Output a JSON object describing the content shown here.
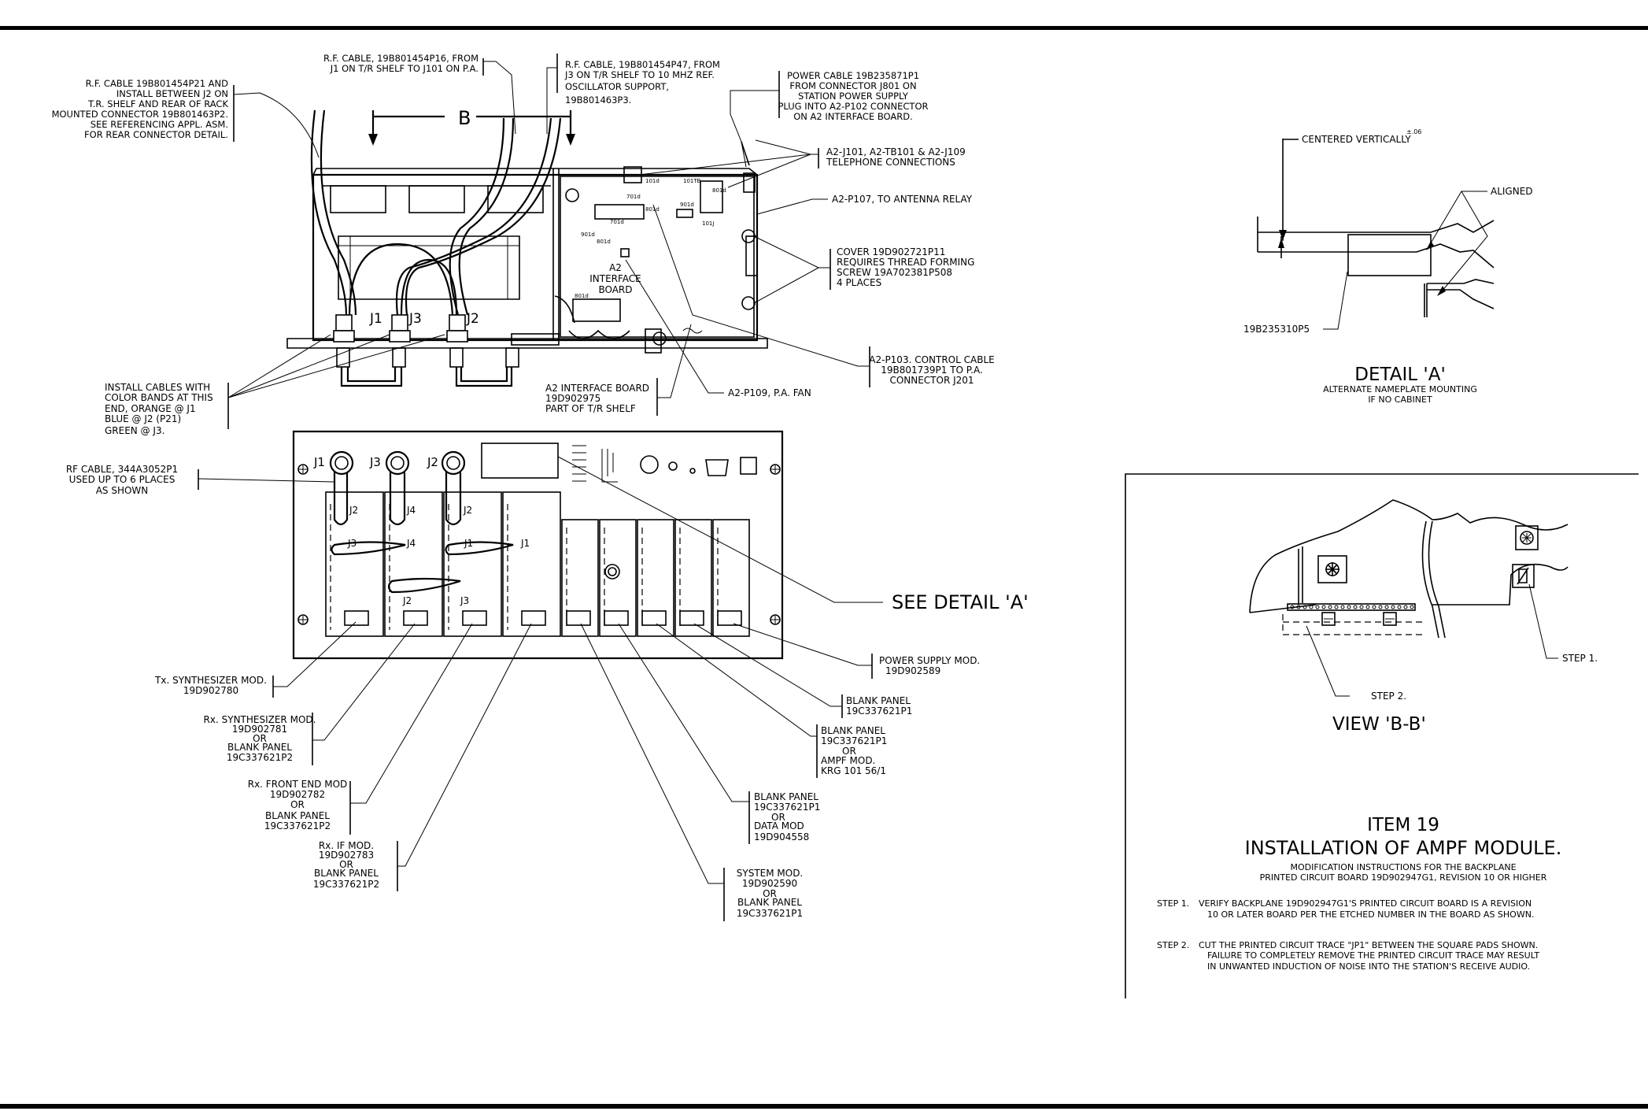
{
  "labels": {
    "rf_cable_p21": [
      "R.F. CABLE 19B801454P21 AND",
      "INSTALL BETWEEN J2 ON",
      "T.R. SHELF AND REAR OF RACK",
      "MOUNTED CONNECTOR 19B801463P2.",
      "SEE REFERENCING APPL. ASM.",
      "FOR REAR CONNECTOR DETAIL."
    ],
    "rf_cable_p16": [
      "R.F. CABLE, 19B801454P16, FROM",
      "J1 ON T/R SHELF TO J101 ON P.A."
    ],
    "rf_cable_p47": [
      "R.F. CABLE, 19B801454P47, FROM",
      "J3 ON T/R SHELF TO 10 MHZ REF.",
      "OSCILLATOR SUPPORT,",
      "19B801463P3."
    ],
    "power_cable": [
      "POWER CABLE 19B235871P1",
      "FROM CONNECTOR J801 ON",
      "STATION POWER SUPPLY",
      "PLUG INTO A2-P102 CONNECTOR",
      "ON A2 INTERFACE BOARD."
    ],
    "telephone": [
      "A2-J101, A2-TB101 & A2-J109",
      "TELEPHONE CONNECTIONS"
    ],
    "antenna_relay": "A2-P107, TO ANTENNA RELAY",
    "cover": [
      "COVER 19D902721P11",
      "REQUIRES THREAD FORMING",
      "SCREW 19A702381P508",
      "4 PLACES"
    ],
    "control_cable": [
      "A2-P103. CONTROL CABLE",
      "19B801739P1 TO P.A.",
      "CONNECTOR J201"
    ],
    "fan": "A2-P109, P.A. FAN",
    "a2_board": [
      "A2 INTERFACE BOARD",
      "19D902975",
      "PART OF T/R SHELF"
    ],
    "a2_inner": [
      "A2",
      "INTERFACE",
      "BOARD"
    ],
    "install_cables": [
      "INSTALL CABLES WITH",
      "COLOR BANDS AT THIS",
      "END, ORANGE @ J1",
      "BLUE @ J2 (P21)",
      "GREEN @ J3."
    ],
    "section_b": "B",
    "top_jacks": [
      "J1",
      "J3",
      "J2"
    ],
    "rf_cable_344": [
      "RF CABLE, 344A3052P1",
      "USED UP TO 6 PLACES",
      "AS SHOWN"
    ],
    "front_jacks": [
      "J1",
      "J3",
      "J2"
    ],
    "module_jacks": [
      "J2",
      "J4",
      "J2",
      "J1",
      "J3",
      "J4",
      "J1",
      "J2",
      "J3"
    ],
    "see_detail": "SEE DETAIL 'A'",
    "tx_synth": [
      "Tx. SYNTHESIZER MOD.",
      "19D902780"
    ],
    "rx_synth": [
      "Rx. SYNTHESIZER MOD.",
      "19D902781",
      "OR",
      "BLANK PANEL",
      "19C337621P2"
    ],
    "rx_front": [
      "Rx. FRONT END MOD",
      "19D902782",
      "OR",
      "BLANK PANEL",
      "19C337621P2"
    ],
    "rx_if": [
      "Rx. IF MOD.",
      "19D902783",
      "OR",
      "BLANK PANEL",
      "19C337621P2"
    ],
    "power_supply": [
      "POWER SUPPLY MOD.",
      "19D902589"
    ],
    "blank_panel_1": [
      "BLANK PANEL",
      "19C337621P1"
    ],
    "blank_ampf": [
      "BLANK PANEL",
      "19C337621P1",
      "OR",
      "AMPF MOD.",
      "KRG 101 56/1"
    ],
    "blank_data": [
      "BLANK PANEL",
      "19C337621P1",
      "OR",
      "DATA MOD",
      "19D904558"
    ],
    "system_mod": [
      "SYSTEM MOD.",
      "19D902590",
      "OR",
      "BLANK PANEL",
      "19C337621P1"
    ],
    "pcb_marks": [
      "801d",
      "101d",
      "101TB",
      "801d",
      "101J",
      "701d",
      "801d",
      "901d",
      "701d",
      "801d",
      "901d"
    ]
  },
  "detail_a": {
    "centered": "CENTERED VERTICALLY",
    "tolerance": "±.06",
    "aligned": "ALIGNED",
    "part": "19B235310P5",
    "title": "DETAIL 'A'",
    "subtitle": [
      "ALTERNATE NAMEPLATE MOUNTING",
      "IF NO CABINET"
    ]
  },
  "view_bb": {
    "title": "VIEW 'B-B'",
    "step1": "STEP 1.",
    "step2": "STEP 2."
  },
  "item": {
    "number": "ITEM 19",
    "title": "INSTALLATION OF AMPF MODULE.",
    "subtitle": [
      "MODIFICATION INSTRUCTIONS FOR THE BACKPLANE",
      "PRINTED CIRCUIT BOARD 19D902947G1, REVISION 10 OR HIGHER"
    ],
    "steps": [
      {
        "label": "STEP 1.",
        "lines": [
          "VERIFY BACKPLANE 19D902947G1'S PRINTED CIRCUIT BOARD IS A REVISION",
          "10 OR LATER BOARD PER THE ETCHED NUMBER IN THE BOARD AS SHOWN."
        ]
      },
      {
        "label": "STEP 2.",
        "lines": [
          "CUT THE PRINTED CIRCUIT TRACE \"JP1\" BETWEEN THE SQUARE PADS SHOWN.",
          "FAILURE TO COMPLETELY REMOVE THE PRINTED CIRCUIT TRACE MAY RESULT",
          "IN UNWANTED INDUCTION OF NOISE INTO THE STATION'S RECEIVE AUDIO."
        ]
      }
    ]
  }
}
